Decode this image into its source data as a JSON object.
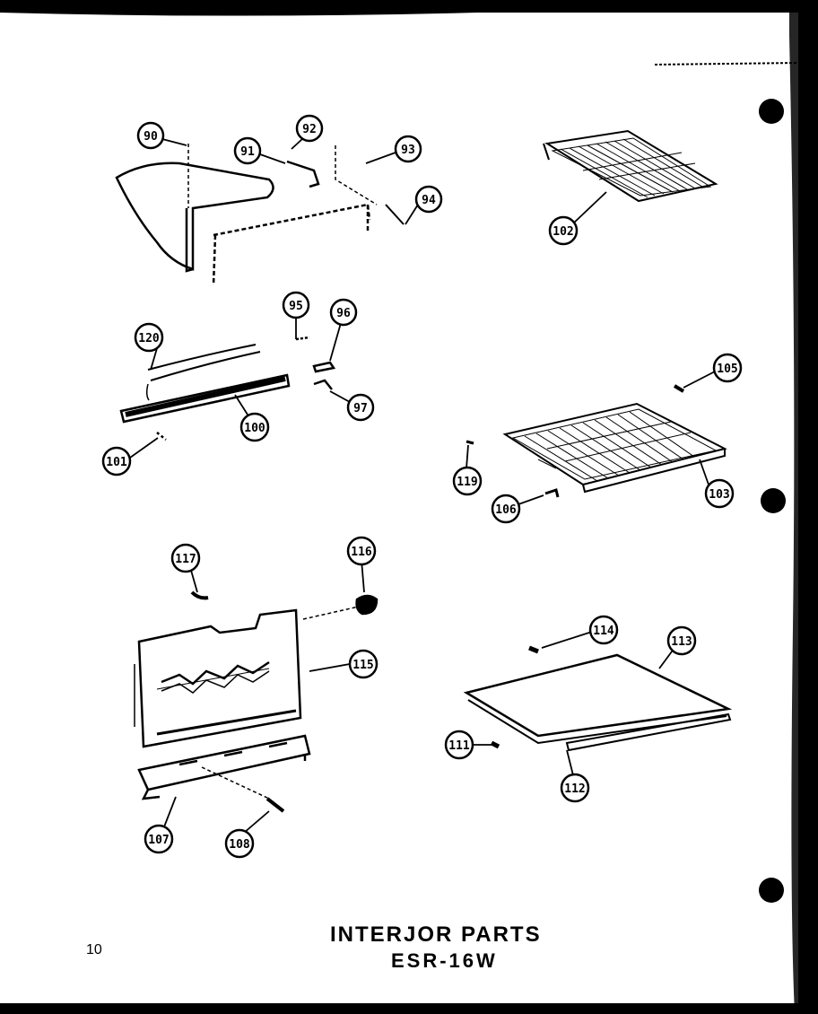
{
  "page": {
    "number": "10",
    "title": "INTERJOR PARTS",
    "model": "ESR-16W"
  },
  "callouts": [
    {
      "id": "c90",
      "label": "90"
    },
    {
      "id": "c91",
      "label": "91"
    },
    {
      "id": "c92",
      "label": "92"
    },
    {
      "id": "c93",
      "label": "93"
    },
    {
      "id": "c94",
      "label": "94"
    },
    {
      "id": "c102",
      "label": "102"
    },
    {
      "id": "c120",
      "label": "120"
    },
    {
      "id": "c95",
      "label": "95"
    },
    {
      "id": "c96",
      "label": "96"
    },
    {
      "id": "c97",
      "label": "97"
    },
    {
      "id": "c100",
      "label": "100"
    },
    {
      "id": "c101",
      "label": "101"
    },
    {
      "id": "c105",
      "label": "105"
    },
    {
      "id": "c119",
      "label": "119"
    },
    {
      "id": "c106",
      "label": "106"
    },
    {
      "id": "c103",
      "label": "103"
    },
    {
      "id": "c117",
      "label": "117"
    },
    {
      "id": "c116",
      "label": "116"
    },
    {
      "id": "c115",
      "label": "115"
    },
    {
      "id": "c107",
      "label": "107"
    },
    {
      "id": "c108",
      "label": "108"
    },
    {
      "id": "c114",
      "label": "114"
    },
    {
      "id": "c113",
      "label": "113"
    },
    {
      "id": "c111",
      "label": "111"
    },
    {
      "id": "c112",
      "label": "112"
    }
  ]
}
